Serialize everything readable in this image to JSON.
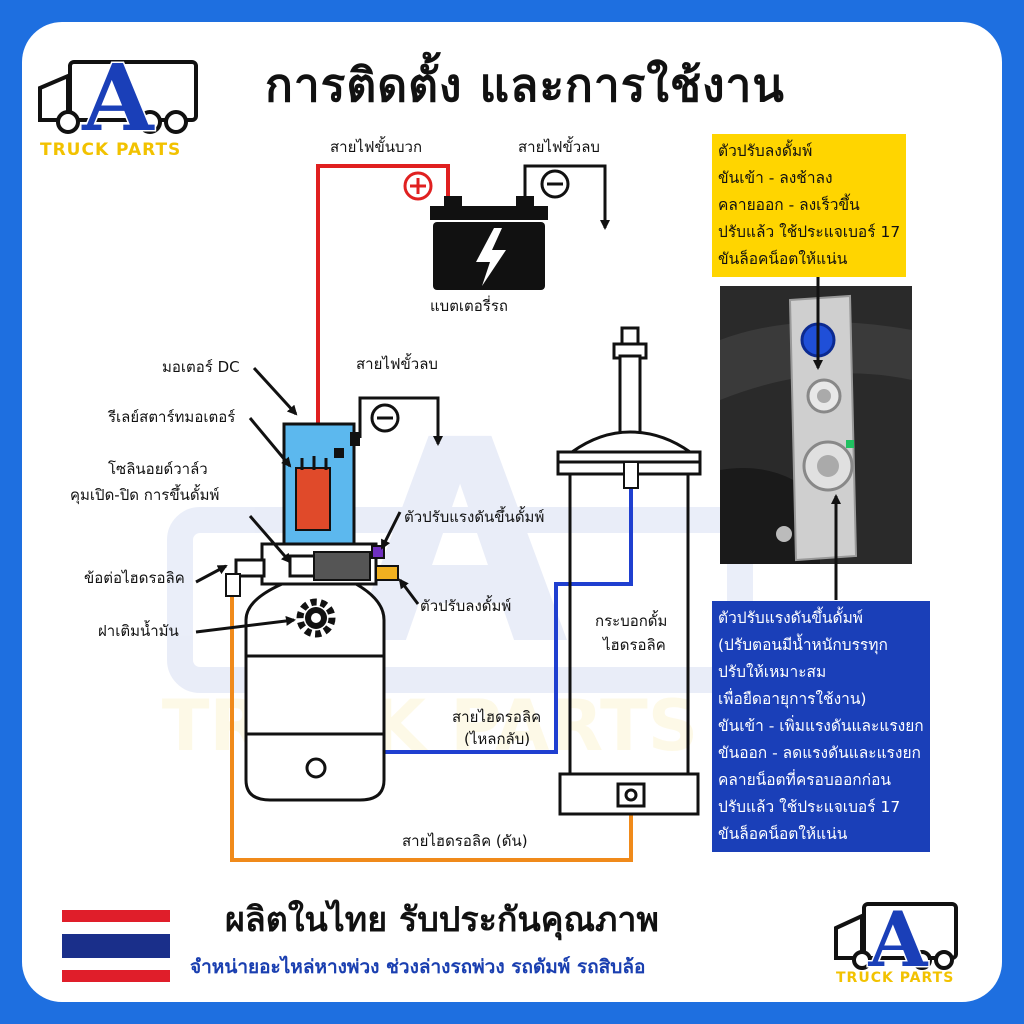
{
  "title": "การติดตั้ง และการใช้งาน",
  "logo": {
    "letter": "A",
    "text": "TRUCK PARTS",
    "colors": {
      "blue": "#1a3fb8",
      "yellow": "#f2c200"
    }
  },
  "labels": {
    "battery_positive_wire": "สายไฟขั้นบวก",
    "battery_negative_wire": "สายไฟขั้วลบ",
    "battery": "แบตเตอรี่รถ",
    "motor_negative_wire": "สายไฟขั้วลบ",
    "dc_motor": "มอเตอร์ DC",
    "starter_relay": "รีเลย์สตาร์ทมอเตอร์",
    "solenoid_valve_line1": "โซลินอยด์วาล์ว",
    "solenoid_valve_line2": "คุมเปิด-ปิด การขึ้นดั้มพ์",
    "hydraulic_fitting": "ข้อต่อไฮดรอลิค",
    "oil_filler_cap": "ฝาเติมน้ำมัน",
    "raise_pressure_adjuster": "ตัวปรับแรงดันขึ้นดั้มพ์",
    "lower_adjuster": "ตัวปรับลงดั้มพ์",
    "dump_cylinder_line1": "กระบอกดั้ม",
    "dump_cylinder_line2": "ไฮดรอลิค",
    "return_hose_line1": "สายไฮดรอลิค",
    "return_hose_line2": "(ไหลกลับ)",
    "push_hose": "สายไฮดรอลิค (ดัน)"
  },
  "yellow_note": [
    "ตัวปรับลงดั้มพ์",
    "ขันเข้า - ลงช้าลง",
    "คลายออก - ลงเร็วขึ้น",
    "ปรับแล้ว ใช้ประแจเบอร์ 17",
    "ขันล็อคน็อตให้แน่น"
  ],
  "blue_note": [
    "ตัวปรับแรงดันขึ้นดั้มพ์",
    "(ปรับตอนมีน้ำหนักบรรทุก",
    "ปรับให้เหมาะสม",
    "เพื่อยืดอายุการใช้งาน)",
    "ขันเข้า - เพิ่มแรงดันและแรงยก",
    "ขันออก - ลดแรงดันและแรงยก",
    "คลายน็อตที่ครอบออกก่อน",
    "ปรับแล้ว ใช้ประแจเบอร์ 17",
    "ขันล็อคน็อตให้แน่น"
  ],
  "footer": {
    "main": "ผลิตในไทย  รับประกันคุณภาพ",
    "sub": "จำหน่ายอะไหล่หางพ่วง ช่วงล่างรถพ่วง รถดัมพ์ รถสิบล้อ"
  },
  "colors": {
    "frame": "#1e6fe0",
    "positive_wire": "#e02020",
    "return_hose": "#1f3fd0",
    "push_hose": "#f08a1a",
    "motor_body": "#5cb8ee",
    "relay": "#e04a2a"
  },
  "icons": [
    "plus-icon",
    "minus-icon",
    "lightning-icon",
    "gear-icon",
    "arrow-down-icon",
    "thailand-flag-icon",
    "truck-icon"
  ]
}
